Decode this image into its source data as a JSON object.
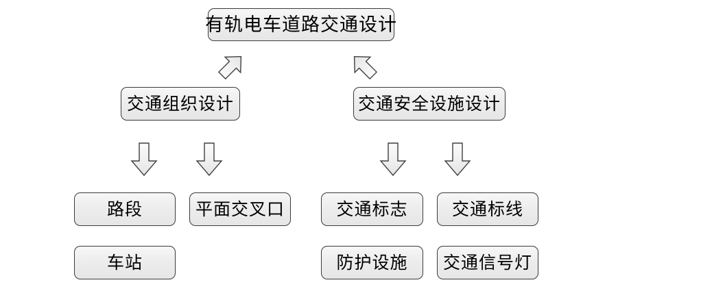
{
  "diagram": {
    "type": "flowchart",
    "title_node": {
      "id": "root",
      "label": "有轨电车道路交通设计"
    },
    "level2": [
      {
        "id": "traffic-organization-design",
        "label": "交通组织设计"
      },
      {
        "id": "traffic-safety-facility-design",
        "label": "交通安全设施设计"
      }
    ],
    "level3": [
      {
        "id": "road-section",
        "label": "路段"
      },
      {
        "id": "at-grade-intersection",
        "label": "平面交叉口"
      },
      {
        "id": "traffic-sign",
        "label": "交通标志"
      },
      {
        "id": "traffic-marking",
        "label": "交通标线"
      },
      {
        "id": "station",
        "label": "车站"
      },
      {
        "id": "protective-facility",
        "label": "防护设施"
      },
      {
        "id": "traffic-signal-light",
        "label": "交通信号灯"
      }
    ],
    "connectors": [
      {
        "id": "root-to-organization",
        "direction": "down-left"
      },
      {
        "id": "root-to-safety",
        "direction": "down-right"
      },
      {
        "id": "organization-to-road-section",
        "direction": "down"
      },
      {
        "id": "organization-to-intersection",
        "direction": "down"
      },
      {
        "id": "safety-to-sign",
        "direction": "down"
      },
      {
        "id": "safety-to-marking",
        "direction": "down"
      }
    ],
    "colors": {
      "background": "#ffffff",
      "node_fill_top": "#f7f7f7",
      "node_fill_bottom": "#e6e6e6",
      "node_border": "#3a3a3a",
      "text": "#000000",
      "arrow_stroke": "#3f3f3f"
    }
  }
}
